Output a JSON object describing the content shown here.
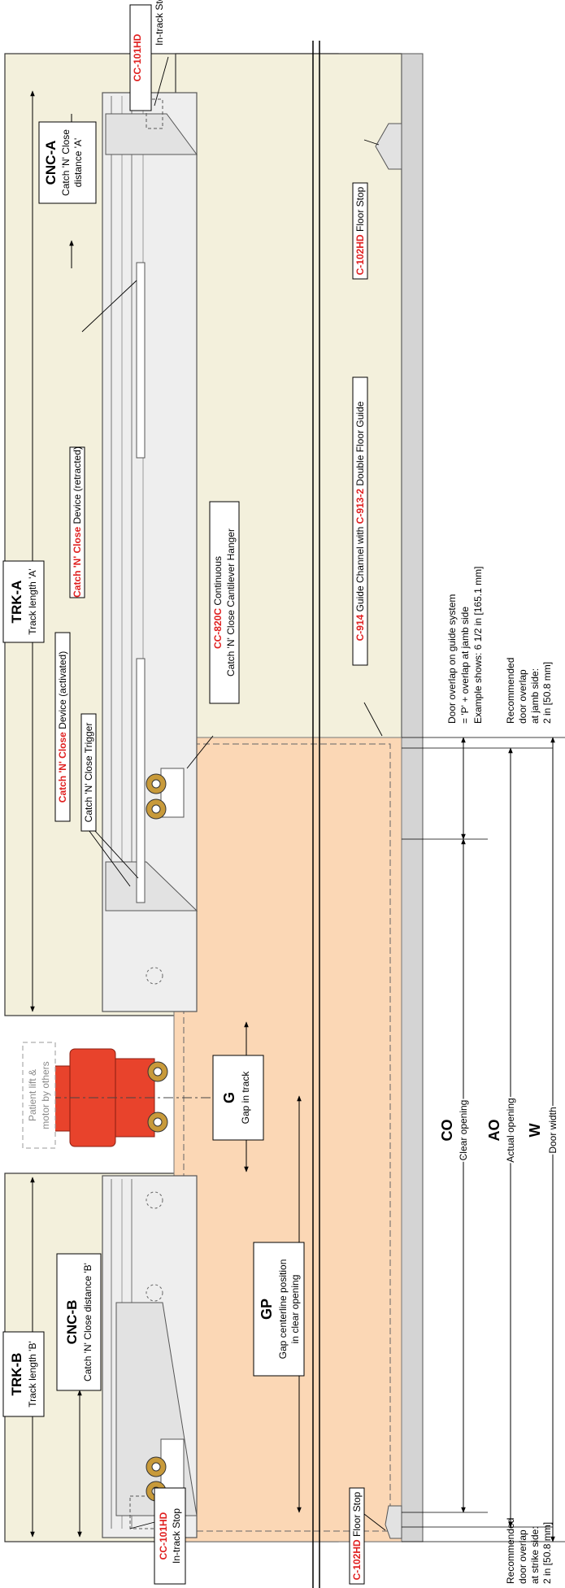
{
  "labels": {
    "cc101hd_top_code": "CC-101HD",
    "cc101hd_top_name": "In-track Stop",
    "cc101hd_bottom_code": "CC-101HD",
    "cc101hd_bottom_name": "In-track Stop",
    "cnc_a_code": "CNC-A",
    "cnc_a_line1": "Catch 'N' Close",
    "cnc_a_line2": "distance 'A'",
    "cnc_retracted_red": "Catch 'N' Close",
    "cnc_retracted_rest": " Device (retracted)",
    "trk_a_code": "TRK-A",
    "trk_a_name": "Track length 'A'",
    "cnc_activated_red": "Catch 'N' Close",
    "cnc_activated_rest": " Device (activated)",
    "cnc_trigger": "Catch 'N' Close Trigger",
    "cc820c_code": "CC-820C",
    "cc820c_rest": " Continuous",
    "cc820c_line2": "Catch 'N' Close Cantilever Hanger",
    "floor_stop_top_code": "C-102HD",
    "floor_stop_top_name": " Floor Stop",
    "guide_code1": "C-914",
    "guide_mid": " Guide Channel with ",
    "guide_code2": "C-913-2",
    "guide_rest": " Double Floor Guide",
    "patient_lift_line1": "Patient lift &",
    "patient_lift_line2": "motor by others",
    "g_code": "G",
    "g_name": "Gap in track",
    "trk_b_code": "TRK-B",
    "trk_b_name": "Track length 'B'",
    "cnc_b_code": "CNC-B",
    "cnc_b_name": "Catch 'N' Close distance 'B'",
    "gp_code": "GP",
    "gp_line1": "Gap centerline position",
    "gp_line2": "in clear opening",
    "co_code": "CO",
    "co_name": "Clear opening",
    "ao_code": "AO",
    "ao_name": "Actual opening",
    "w_code": "W",
    "w_name": "Door width",
    "overlap_system_line1": "Door overlap on guide system",
    "overlap_system_line2": "= 'P' + overlap at jamb side",
    "overlap_system_line3": "Example shows: 6 1/2 in [165.1 mm]",
    "overlap_jamb_line1": "Recommended",
    "overlap_jamb_line2": "door overlap",
    "overlap_jamb_line3": "at jamb side:",
    "overlap_jamb_line4": "2 in [50.8 mm]",
    "overlap_strike_line1": "Recommended",
    "overlap_strike_line2": "door overlap",
    "overlap_strike_line3": "at strike side:",
    "overlap_strike_line4": "2 in [50.8 mm]",
    "floor_stop_bottom_code": "C-102HD",
    "floor_stop_bottom_name": " Floor Stop"
  },
  "colors": {
    "wall": "#f3f0dc",
    "door": "#fbd7b5",
    "track": "#eeeeee",
    "floor_strip": "#d4d4d4",
    "motor": "#e8432c",
    "accent_red": "#e02020",
    "line": "#000000"
  }
}
